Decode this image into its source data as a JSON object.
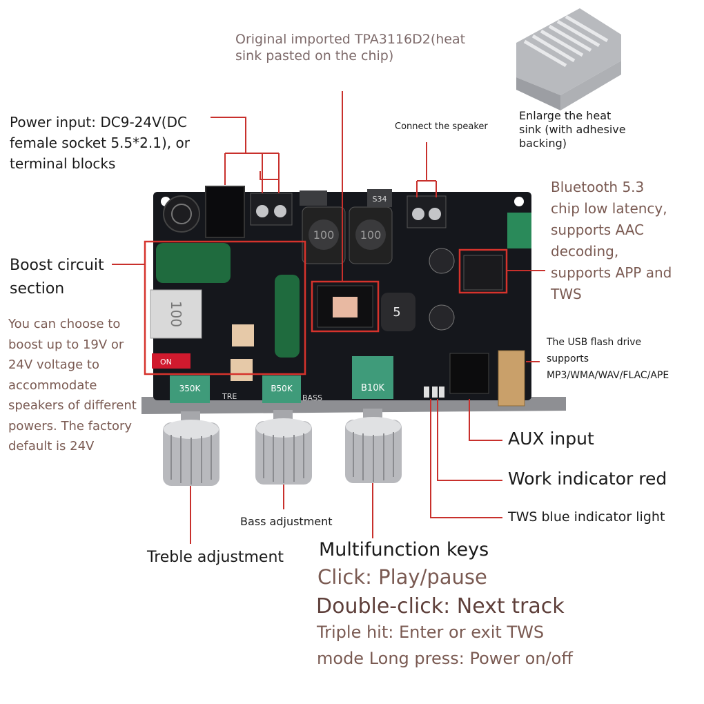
{
  "colors": {
    "leader_line": "#c8302c",
    "pcb": "#15171c",
    "highlight_box": "#d6332c",
    "grey_text": "#7d6a6a",
    "brown_text": "#7a5a52",
    "dark_text": "#1a1a1a",
    "heatsink": "#c9cbcf",
    "knob_cap": "#3f9b7a"
  },
  "labels": {
    "tpa_chip": "Original imported TPA3116D2(heat\nsink pasted on the chip)",
    "heat_sink": "Enlarge the heat\nsink (with adhesive\nbacking)",
    "power_input": "Power input: DC9-24V(DC\nfemale socket 5.5*2.1), or\nterminal blocks",
    "connect_speaker": "Connect the speaker",
    "bluetooth": "Bluetooth 5.3\nchip low latency,\nsupports AAC\ndecoding,\nsupports APP and\nTWS",
    "boost_title": "Boost circuit\nsection",
    "boost_desc": "You can choose to\nboost up to 19V or\n24V voltage to\naccommodate\nspeakers of different\n powers. The factory\ndefault is 24V",
    "usb": "The USB flash drive\nsupports\nMP3/WMA/WAV/FLAC/APE",
    "aux": "AUX input",
    "work_indicator": "Work indicator red",
    "tws_indicator": "TWS blue indicator light",
    "bass_adjustment": "Bass adjustment",
    "treble_adjustment": "Treble adjustment",
    "multifunction_title": "Multifunction keys",
    "click": "Click: Play/pause",
    "double_click": "Double-click: Next track",
    "triple_hit": "Triple hit: Enter or exit TWS\nmode Long press: Power on/off"
  },
  "board": {
    "knob1_value": "350K",
    "knob2_value": "B50K",
    "knob3_value": "B10K",
    "tre_text": "TRE",
    "bass_text": "BASS",
    "inductor1": "100",
    "inductor2": "100",
    "inductor_small": "5",
    "chip_s34": "S34",
    "switch_on": "ON"
  }
}
